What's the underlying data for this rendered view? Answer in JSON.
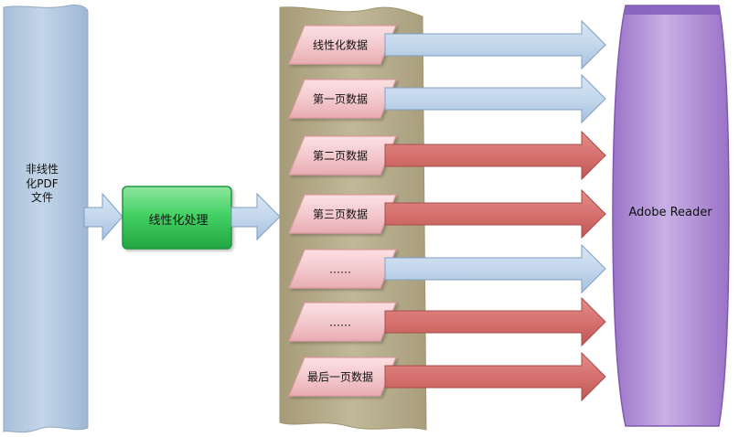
{
  "source_document": {
    "label": "非线性化PDF文件"
  },
  "process_box": {
    "label": "线性化处理"
  },
  "data_blocks": [
    {
      "label": "线性化数据",
      "arrow": "blue"
    },
    {
      "label": "第一页数据",
      "arrow": "blue"
    },
    {
      "label": "第二页数据",
      "arrow": "red"
    },
    {
      "label": "第三页数据",
      "arrow": "red"
    },
    {
      "label": "……",
      "arrow": "blue"
    },
    {
      "label": "……",
      "arrow": "red"
    },
    {
      "label": "最后一页数据",
      "arrow": "red"
    }
  ],
  "reader": {
    "label": "Adobe  Reader"
  },
  "colors": {
    "blue_arrow": "#bdd3ea",
    "red_arrow": "#d4716f",
    "pink_box": "#f1c3c7",
    "green_box": "#4cd26a",
    "reader_purple": "#b18fd5",
    "scroll_blue": "#b7c9dd",
    "panel_olive": "#b9b08f"
  }
}
